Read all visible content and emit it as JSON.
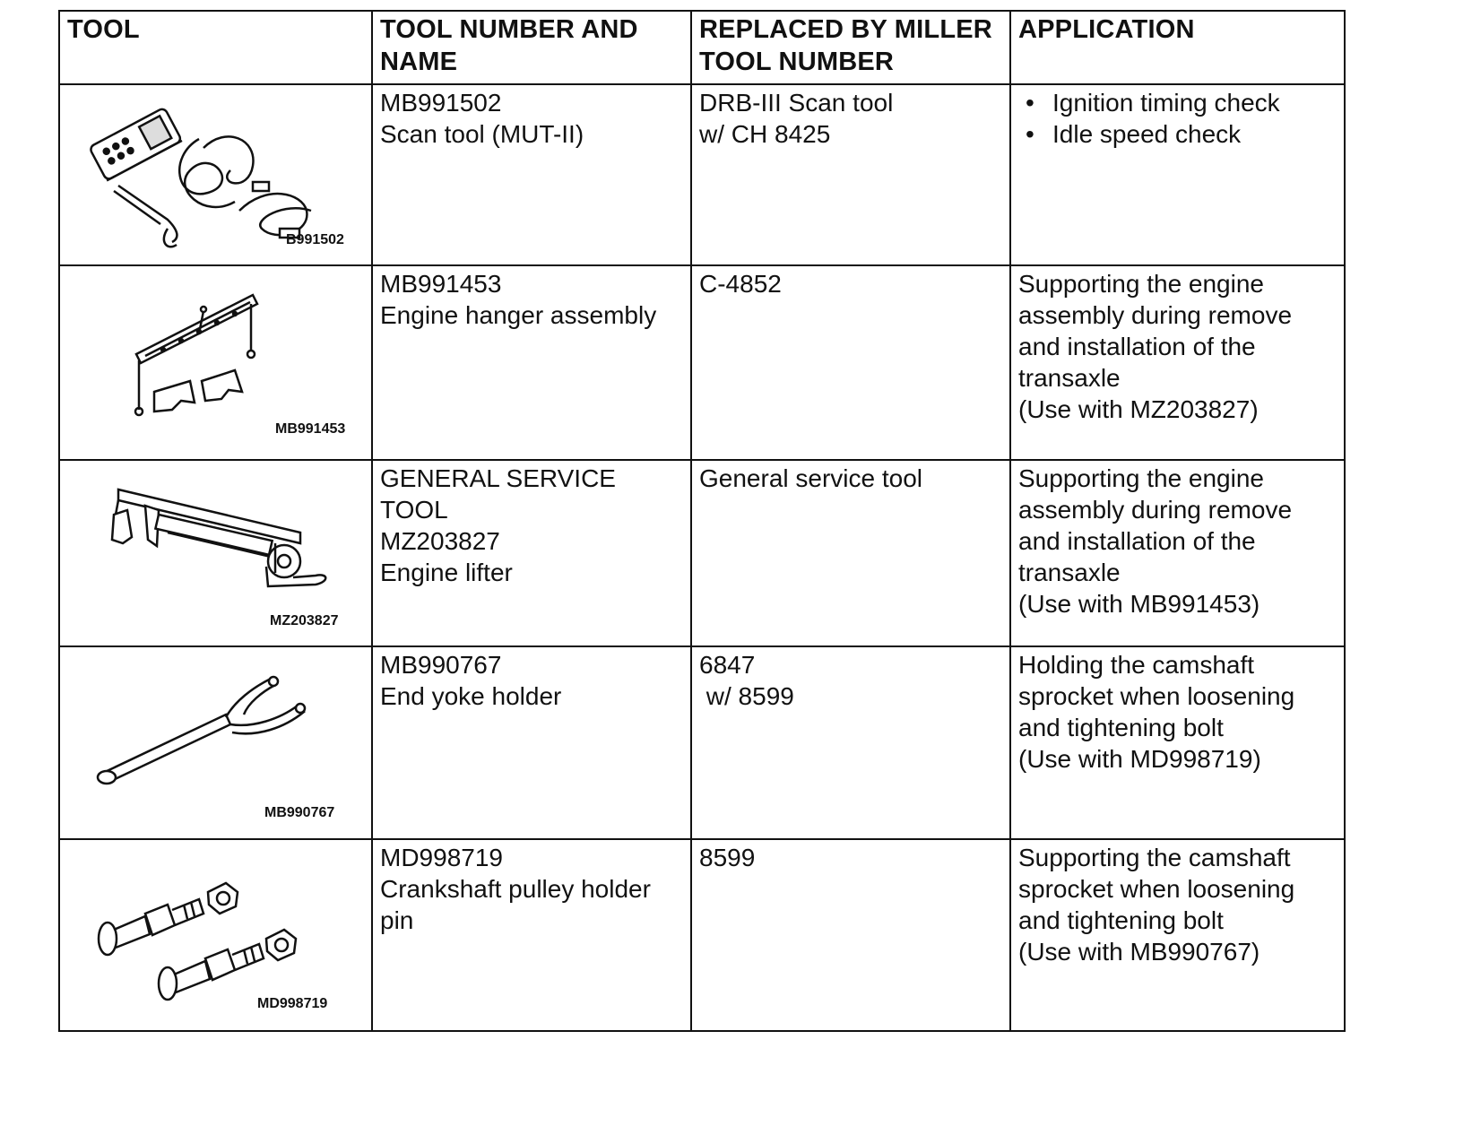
{
  "headers": {
    "tool": "TOOL",
    "number_name": [
      "TOOL NUMBER AND",
      "NAME"
    ],
    "miller": [
      "REPLACED BY MILLER",
      "TOOL NUMBER"
    ],
    "application": "APPLICATION"
  },
  "rows": [
    {
      "icon": "scan-tool-icon",
      "image_label": "B991502",
      "number_name": [
        "MB991502",
        "Scan tool (MUT-II)"
      ],
      "miller": [
        "DRB-III Scan tool",
        "w/ CH 8425"
      ],
      "application_bullets": [
        "Ignition timing check",
        "Idle speed check"
      ]
    },
    {
      "icon": "engine-hanger-icon",
      "image_label": "MB991453",
      "number_name": [
        "MB991453",
        "Engine hanger assembly"
      ],
      "miller": [
        "C-4852"
      ],
      "application": [
        "Supporting the engine",
        "assembly during remove",
        "and installation of the",
        "transaxle",
        "(Use with MZ203827)"
      ]
    },
    {
      "icon": "engine-lifter-icon",
      "image_label": "MZ203827",
      "number_name": [
        "GENERAL SERVICE",
        "TOOL",
        "MZ203827",
        "Engine lifter"
      ],
      "miller": [
        "General service tool"
      ],
      "application": [
        "Supporting the engine",
        "assembly during remove",
        "and installation of the",
        "transaxle",
        "(Use with MB991453)"
      ]
    },
    {
      "icon": "end-yoke-holder-icon",
      "image_label": "MB990767",
      "number_name": [
        "MB990767",
        "End yoke holder"
      ],
      "miller": [
        "6847",
        " w/ 8599"
      ],
      "application": [
        "Holding the camshaft",
        "sprocket when loosening",
        "and tightening bolt",
        "(Use with MD998719)"
      ]
    },
    {
      "icon": "holder-pin-icon",
      "image_label": "MD998719",
      "number_name": [
        "MD998719",
        "Crankshaft pulley holder",
        "pin"
      ],
      "miller": [
        "8599"
      ],
      "application": [
        "Supporting the camshaft",
        "sprocket when loosening",
        "and tightening bolt",
        "(Use with MB990767)"
      ]
    }
  ]
}
